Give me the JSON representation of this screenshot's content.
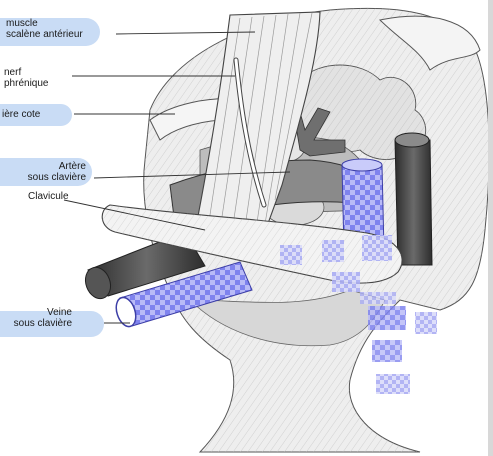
{
  "figure": {
    "labels": {
      "muscle_scalene": "muscle\nscalène antérieur",
      "nerf_phrenique": "nerf\nphrénique",
      "premiere_cote": "ière cote",
      "artere_sous_claviere": "Artère\nsous clavière",
      "clavicule": "Clavicule",
      "veine_sous_claviere": "Veine\nsous clavière"
    },
    "colors": {
      "label_highlight": "#c9dcf5",
      "vessel_blue": "#6b6fe8",
      "vessel_dark": "#3a3a3a",
      "sketch_line": "#555555",
      "tissue_fill": "#e9e9e9"
    }
  }
}
